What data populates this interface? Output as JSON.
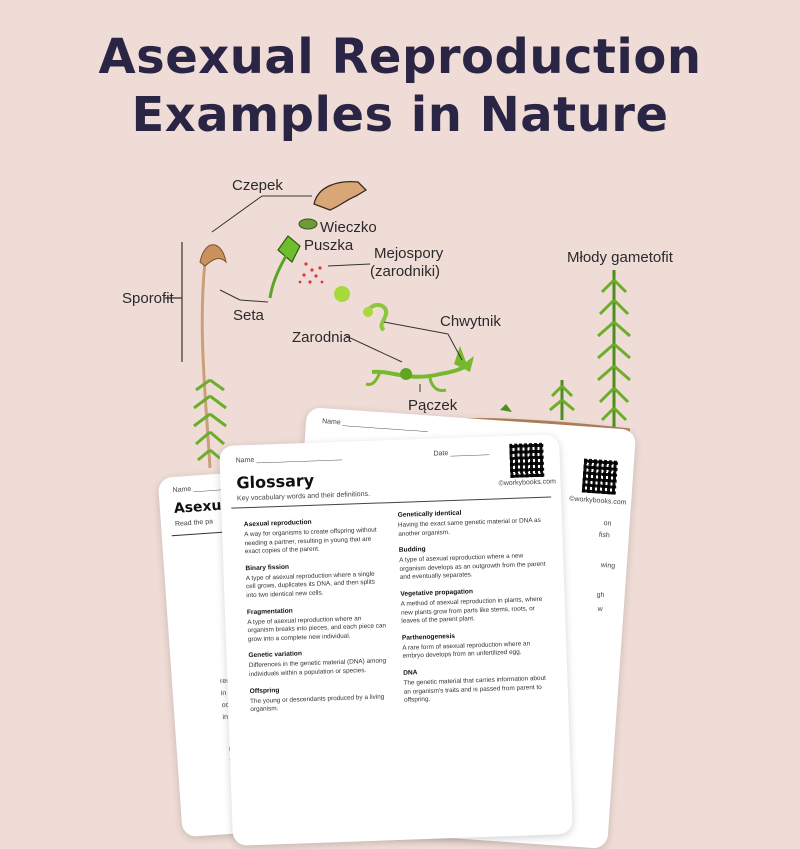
{
  "title": {
    "line1": "Asexual Reproduction",
    "line2": "Examples in Nature"
  },
  "diagram": {
    "labels": {
      "czepek": "Czepek",
      "wieczko": "Wieczko",
      "puszka": "Puszka",
      "mejospory": "Mejospory",
      "zarodniki": "(zarodniki)",
      "mlody_gametofit": "Młody gametofit",
      "sporofit": "Sporofit",
      "seta": "Seta",
      "chwytnik": "Chwytnik",
      "zarodnia": "Zarodnia",
      "paczek": "Pączek"
    }
  },
  "back_sheet": {
    "name_label": "Name",
    "site": "©workybooks.com",
    "frag1": "wing",
    "frag2": "gh",
    "frag3": "w",
    "frag4": "fish",
    "frag5": "on"
  },
  "left_sheet": {
    "name_label": "Name",
    "title_fragment": "Asexu",
    "subtitle_fragment": "Read the pa",
    "frag_a": "A",
    "frag_b": "rem",
    "frag_c": "in s",
    "frag_d": "occ",
    "frag_e": "re",
    "frag_f": "th",
    "frag_g": "in"
  },
  "glossary": {
    "name_label": "Name",
    "date_label": "Date",
    "site": "©workybooks.com",
    "title": "Glossary",
    "subtitle": "Key vocabulary words and their definitions.",
    "left_terms": [
      {
        "term": "Asexual reproduction",
        "def": "A way for organisms to create offspring without needing a partner, resulting in young that are exact copies of the parent."
      },
      {
        "term": "Binary fission",
        "def": "A type of asexual reproduction where a single cell grows, duplicates its DNA, and then splits into two identical new cells."
      },
      {
        "term": "Fragmentation",
        "def": "A type of asexual reproduction where an organism breaks into pieces, and each piece can grow into a complete new individual."
      },
      {
        "term": "Genetic variation",
        "def": "Differences in the genetic material (DNA) among individuals within a population or species."
      },
      {
        "term": "Offspring",
        "def": "The young or descendants produced by a living organism."
      }
    ],
    "right_terms": [
      {
        "term": "Genetically identical",
        "def": "Having the exact same genetic material or DNA as another organism."
      },
      {
        "term": "Budding",
        "def": "A type of asexual reproduction where a new organism develops as an outgrowth from the parent and eventually separates."
      },
      {
        "term": "Vegetative propagation",
        "def": "A method of asexual reproduction in plants, where new plants grow from parts like stems, roots, or leaves of the parent plant."
      },
      {
        "term": "Parthenogenesis",
        "def": "A rare form of asexual reproduction where an embryo develops from an unfertilized egg."
      },
      {
        "term": "DNA",
        "def": "The genetic material that carries information about an organism's traits and is passed from parent to offspring."
      }
    ]
  }
}
